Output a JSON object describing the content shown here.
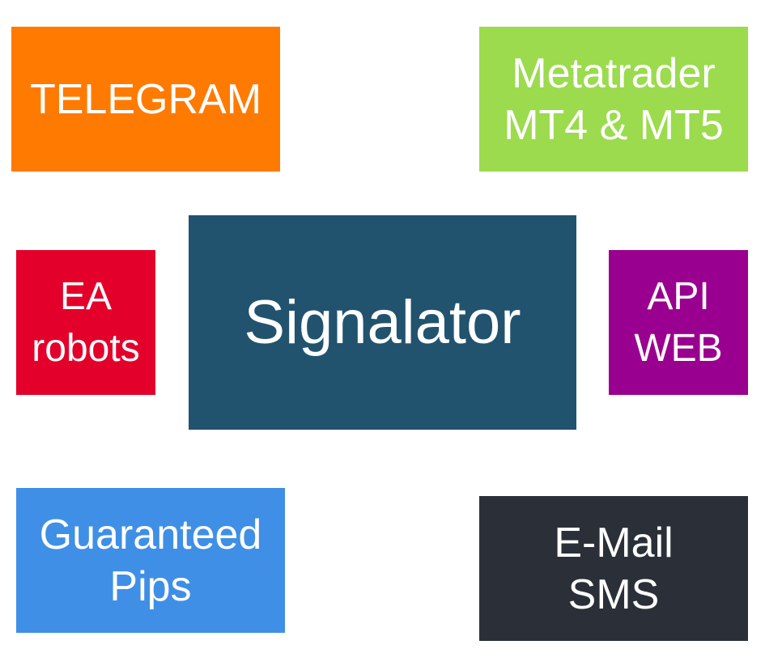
{
  "diagram": {
    "center": {
      "label": "Signalator",
      "color": "#22536E"
    },
    "nodes": [
      {
        "id": "telegram",
        "lines": [
          "TELEGRAM"
        ],
        "color": "#FF7A00"
      },
      {
        "id": "metatrader",
        "lines": [
          "Metatrader",
          "MT4 & MT5"
        ],
        "color": "#9BDB4D"
      },
      {
        "id": "ea-robots",
        "lines": [
          "EA",
          "robots"
        ],
        "color": "#E3002B"
      },
      {
        "id": "api-web",
        "lines": [
          "API",
          "WEB"
        ],
        "color": "#9A008F"
      },
      {
        "id": "guaranteed-pips",
        "lines": [
          "Guaranteed",
          "Pips"
        ],
        "color": "#3F8FE6"
      },
      {
        "id": "email-sms",
        "lines": [
          "E-Mail",
          "SMS"
        ],
        "color": "#2B2F37"
      }
    ]
  }
}
